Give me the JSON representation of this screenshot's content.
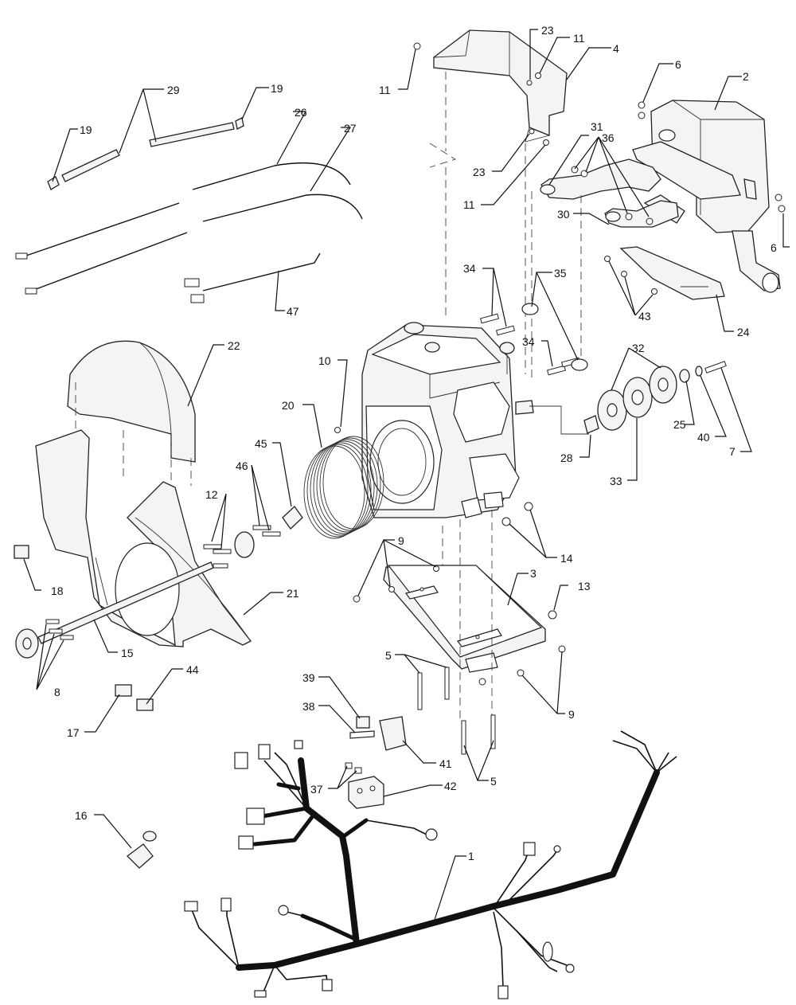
{
  "callouts": [
    {
      "id": "c1",
      "text": "1"
    },
    {
      "id": "c2",
      "text": "2"
    },
    {
      "id": "c3",
      "text": "3"
    },
    {
      "id": "c4",
      "text": "4"
    },
    {
      "id": "c5a",
      "text": "5"
    },
    {
      "id": "c5b",
      "text": "5"
    },
    {
      "id": "c6a",
      "text": "6"
    },
    {
      "id": "c6b",
      "text": "6"
    },
    {
      "id": "c7",
      "text": "7"
    },
    {
      "id": "c8",
      "text": "8"
    },
    {
      "id": "c9a",
      "text": "9"
    },
    {
      "id": "c9b",
      "text": "9"
    },
    {
      "id": "c10",
      "text": "10"
    },
    {
      "id": "c11a",
      "text": "11"
    },
    {
      "id": "c11b",
      "text": "11"
    },
    {
      "id": "c11c",
      "text": "11"
    },
    {
      "id": "c12",
      "text": "12"
    },
    {
      "id": "c13",
      "text": "13"
    },
    {
      "id": "c14",
      "text": "14"
    },
    {
      "id": "c15",
      "text": "15"
    },
    {
      "id": "c16",
      "text": "16"
    },
    {
      "id": "c17",
      "text": "17"
    },
    {
      "id": "c18",
      "text": "18"
    },
    {
      "id": "c19a",
      "text": "19"
    },
    {
      "id": "c19b",
      "text": "19"
    },
    {
      "id": "c20",
      "text": "20"
    },
    {
      "id": "c21",
      "text": "21"
    },
    {
      "id": "c22",
      "text": "22"
    },
    {
      "id": "c23a",
      "text": "23"
    },
    {
      "id": "c23b",
      "text": "23"
    },
    {
      "id": "c24",
      "text": "24"
    },
    {
      "id": "c25",
      "text": "25"
    },
    {
      "id": "c26",
      "text": "26"
    },
    {
      "id": "c27",
      "text": "27"
    },
    {
      "id": "c28",
      "text": "28"
    },
    {
      "id": "c29",
      "text": "29"
    },
    {
      "id": "c30",
      "text": "30"
    },
    {
      "id": "c31",
      "text": "31"
    },
    {
      "id": "c32",
      "text": "32"
    },
    {
      "id": "c33",
      "text": "33"
    },
    {
      "id": "c34a",
      "text": "34"
    },
    {
      "id": "c34b",
      "text": "34"
    },
    {
      "id": "c35",
      "text": "35"
    },
    {
      "id": "c36",
      "text": "36"
    },
    {
      "id": "c37",
      "text": "37"
    },
    {
      "id": "c38",
      "text": "38"
    },
    {
      "id": "c39",
      "text": "39"
    },
    {
      "id": "c40",
      "text": "40"
    },
    {
      "id": "c41",
      "text": "41"
    },
    {
      "id": "c42",
      "text": "42"
    },
    {
      "id": "c43",
      "text": "43"
    },
    {
      "id": "c44",
      "text": "44"
    },
    {
      "id": "c45",
      "text": "45"
    },
    {
      "id": "c46",
      "text": "46"
    },
    {
      "id": "c47",
      "text": "47"
    }
  ]
}
